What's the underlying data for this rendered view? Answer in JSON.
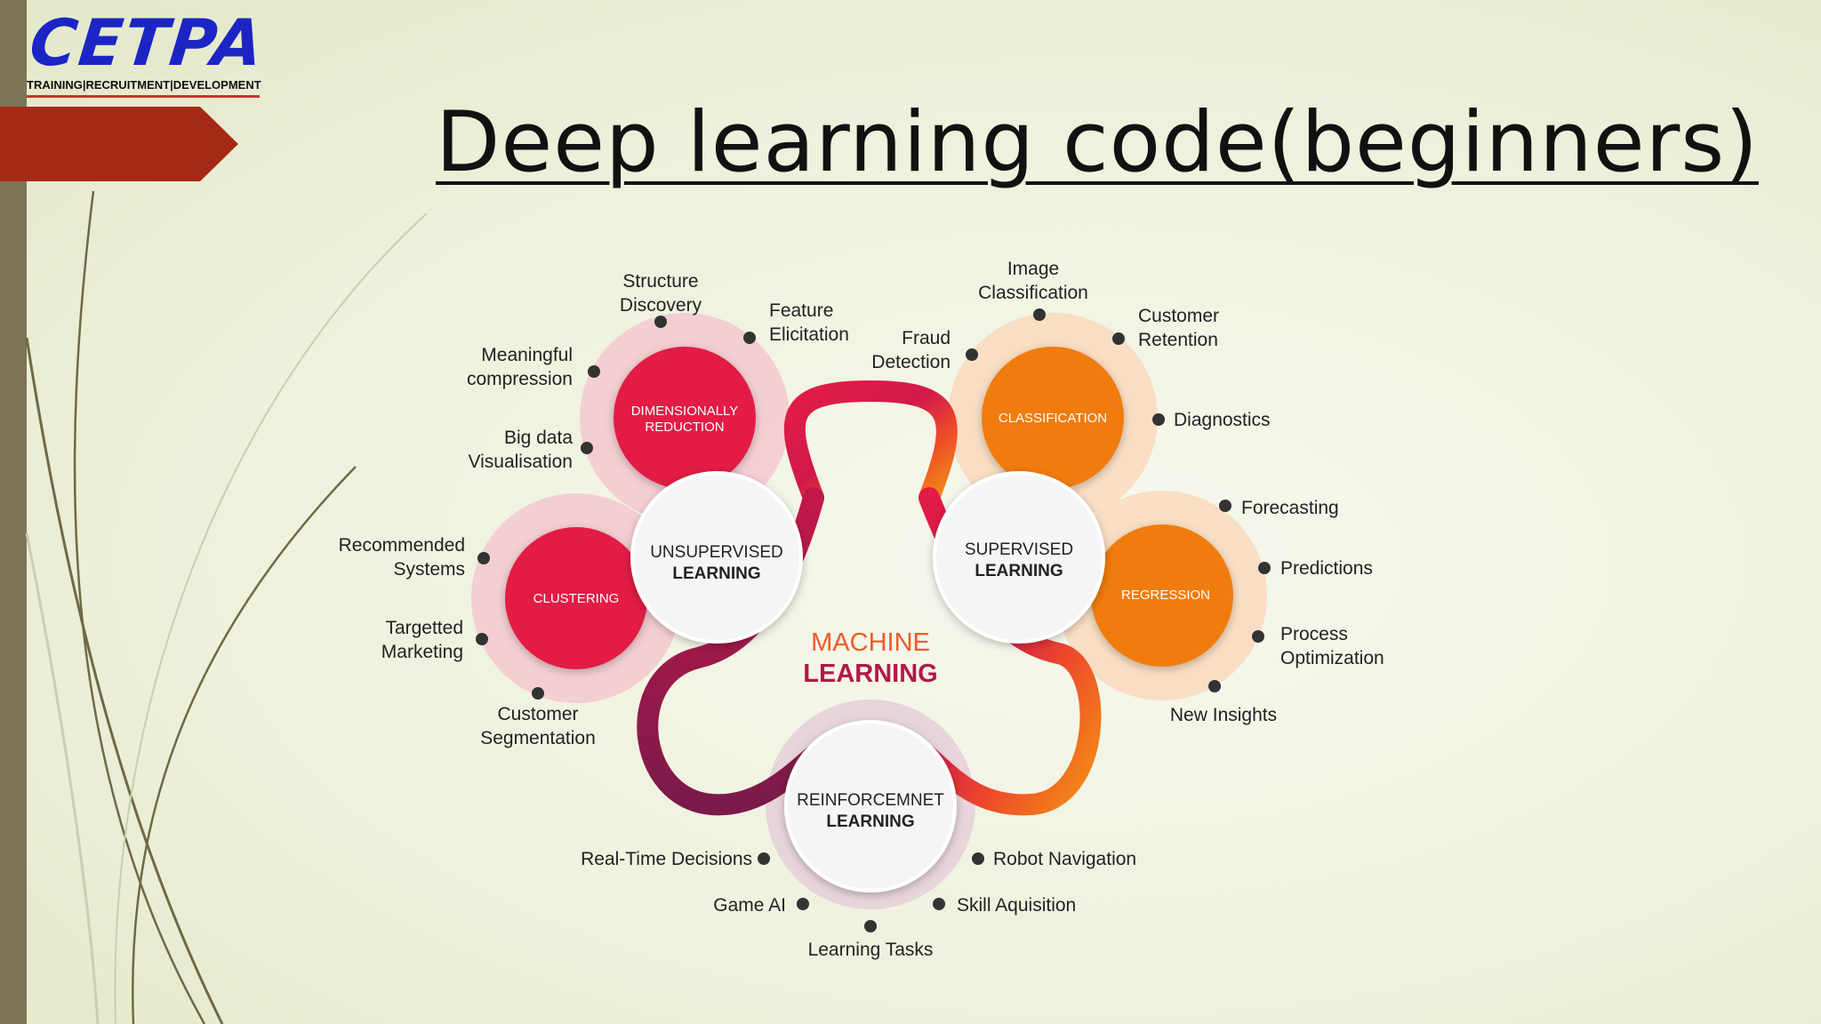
{
  "logo": {
    "name": "CETPA",
    "tagline": "TRAINING|RECRUITMENT|DEVELOPMENT"
  },
  "slide": {
    "title": "Deep learning code(beginners)"
  },
  "colors": {
    "crimson": "#e21c45",
    "orange": "#f07c0c",
    "arrow": "#a52a16",
    "strip": "#7b7456"
  },
  "diagram": {
    "center_line1": "MACHINE",
    "center_line2": "LEARNING",
    "hubs": {
      "unsupervised": [
        "UNSUPERVISED",
        "LEARNING"
      ],
      "supervised": [
        "SUPERVISED",
        "LEARNING"
      ],
      "reinforcement": [
        "REINFORCEMNET",
        "LEARNING"
      ]
    },
    "nodes": {
      "dimensionality": [
        "DIMENSIONALLY",
        "REDUCTION"
      ],
      "clustering": "CLUSTERING",
      "classification": "CLASSIFICATION",
      "regression": "REGRESSION"
    },
    "labels": {
      "structure_discovery": [
        "Structure",
        "Discovery"
      ],
      "feature_elicitation": [
        "Feature",
        "Elicitation"
      ],
      "meaningful_compression": [
        "Meaningful",
        "compression"
      ],
      "big_data_visualisation": [
        "Big data",
        "Visualisation"
      ],
      "recommended_systems": [
        "Recommended",
        "Systems"
      ],
      "targetted_marketing": [
        "Targetted",
        "Marketing"
      ],
      "customer_segmentation": [
        "Customer",
        "Segmentation"
      ],
      "image_classification": [
        "Image",
        "Classification"
      ],
      "customer_retention": [
        "Customer",
        "Retention"
      ],
      "fraud_detection": [
        "Fraud",
        "Detection"
      ],
      "diagnostics": "Diagnostics",
      "forecasting": "Forecasting",
      "predictions": "Predictions",
      "process_optimization": [
        "Process",
        "Optimization"
      ],
      "new_insights": "New Insights",
      "real_time_decisions": "Real-Time Decisions",
      "robot_navigation": "Robot Navigation",
      "game_ai": "Game AI",
      "skill_aquisition": "Skill Aquisition",
      "learning_tasks": "Learning Tasks"
    }
  }
}
